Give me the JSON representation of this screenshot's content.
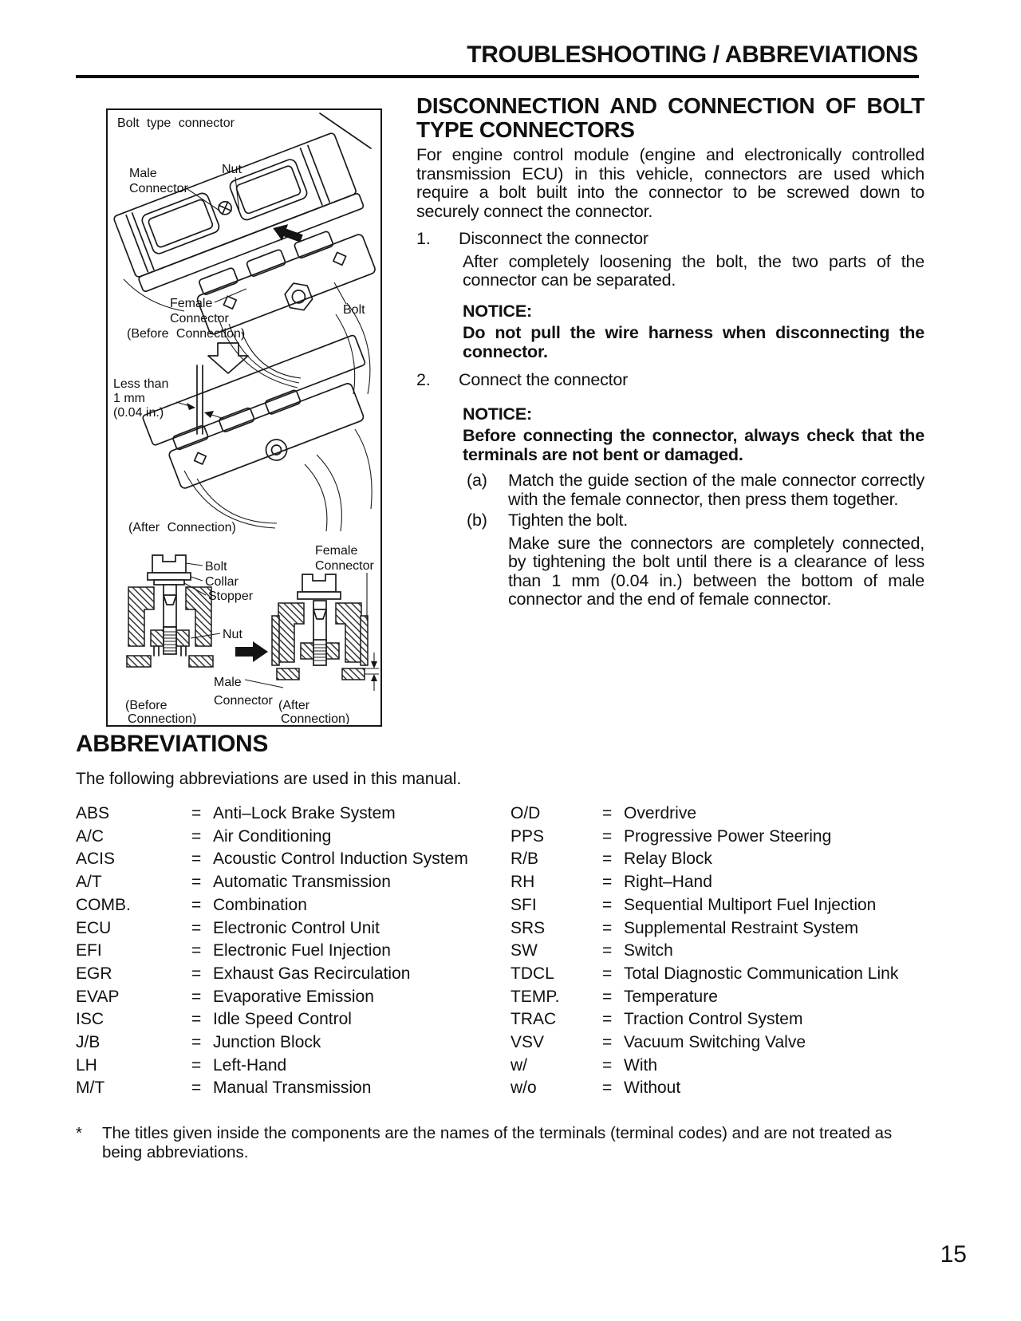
{
  "header": {
    "title": "TROUBLESHOOTING / ABBREVIATIONS"
  },
  "page_number": "15",
  "figure": {
    "title": "Bolt type connector",
    "labels": {
      "male1": "Male",
      "male2": "Connector",
      "nut": "Nut",
      "female1": "Female",
      "female2": "Connector",
      "bolt": "Bolt",
      "before": "(Before Connection)",
      "less1": "Less than",
      "less2": "1 mm",
      "less3": "(0.04 in.)",
      "after": "(After Connection)",
      "cs_bolt": "Bolt",
      "cs_collar": "Collar",
      "cs_stopper": "Stopper",
      "cs_nut": "Nut",
      "cs_male1": "Male",
      "cs_male2": "Connector",
      "cs_female1": "Female",
      "cs_female2": "Connector",
      "cs_before1": "(Before",
      "cs_before2": "Connection)",
      "cs_after1": "(After",
      "cs_after2": "Connection)"
    }
  },
  "main": {
    "title_line1": "DISCONNECTION AND CONNECTION OF BOLT",
    "title_line2": "TYPE CONNECTORS",
    "intro": "For engine control module (engine and electronically controlled transmission ECU) in this vehicle, connectors are used which require a bolt built into the connector to be screwed down to securely connect the connector.",
    "steps": [
      {
        "num": "1.",
        "title": "Disconnect the connector",
        "detail": "After completely loosening the bolt, the two parts of the connector can be separated.",
        "notice_label": "NOTICE:",
        "notice": "Do not pull the wire harness when disconnecting the connector."
      },
      {
        "num": "2.",
        "title": "Connect the connector",
        "notice_label": "NOTICE:",
        "notice": "Before connecting the connector, always check that the terminals are not bent or damaged.",
        "substeps": [
          {
            "marker": "(a)",
            "text": "Match the guide section of the male connector correctly with the female connector, then press them together."
          },
          {
            "marker": "(b)",
            "text": "Tighten the bolt.",
            "detail": "Make sure the connectors are completely connected, by tightening the bolt until there is a clearance of less than 1 mm (0.04 in.) between the bottom of male connector and the end of female connector."
          }
        ]
      }
    ]
  },
  "abbreviations": {
    "heading": "ABBREVIATIONS",
    "intro": "The following abbreviations are used in this manual.",
    "equals": "=",
    "left": [
      {
        "term": "ABS",
        "def": "Anti–Lock Brake System"
      },
      {
        "term": "A/C",
        "def": "Air Conditioning"
      },
      {
        "term": "ACIS",
        "def": "Acoustic Control Induction System"
      },
      {
        "term": "A/T",
        "def": "Automatic Transmission"
      },
      {
        "term": "COMB.",
        "def": "Combination"
      },
      {
        "term": "ECU",
        "def": "Electronic Control Unit"
      },
      {
        "term": "EFI",
        "def": "Electronic Fuel Injection"
      },
      {
        "term": "EGR",
        "def": "Exhaust Gas Recirculation"
      },
      {
        "term": "EVAP",
        "def": "Evaporative Emission"
      },
      {
        "term": "ISC",
        "def": "Idle Speed Control"
      },
      {
        "term": "J/B",
        "def": "Junction Block"
      },
      {
        "term": "LH",
        "def": "Left-Hand"
      },
      {
        "term": "M/T",
        "def": "Manual Transmission"
      }
    ],
    "right": [
      {
        "term": "O/D",
        "def": "Overdrive"
      },
      {
        "term": "PPS",
        "def": "Progressive Power Steering"
      },
      {
        "term": "R/B",
        "def": "Relay Block"
      },
      {
        "term": "RH",
        "def": "Right–Hand"
      },
      {
        "term": "SFI",
        "def": "Sequential Multiport Fuel Injection"
      },
      {
        "term": "SRS",
        "def": "Supplemental Restraint System"
      },
      {
        "term": "SW",
        "def": "Switch"
      },
      {
        "term": "TDCL",
        "def": "Total Diagnostic Communication Link"
      },
      {
        "term": "TEMP.",
        "def": "Temperature"
      },
      {
        "term": "TRAC",
        "def": "Traction Control System"
      },
      {
        "term": "VSV",
        "def": "Vacuum Switching Valve"
      },
      {
        "term": "w/",
        "def": "With"
      },
      {
        "term": "w/o",
        "def": "Without"
      }
    ]
  },
  "footnote": {
    "marker": "*",
    "text": "The titles given inside the components are the names of the terminals (terminal codes) and are not treated as being abbreviations."
  }
}
